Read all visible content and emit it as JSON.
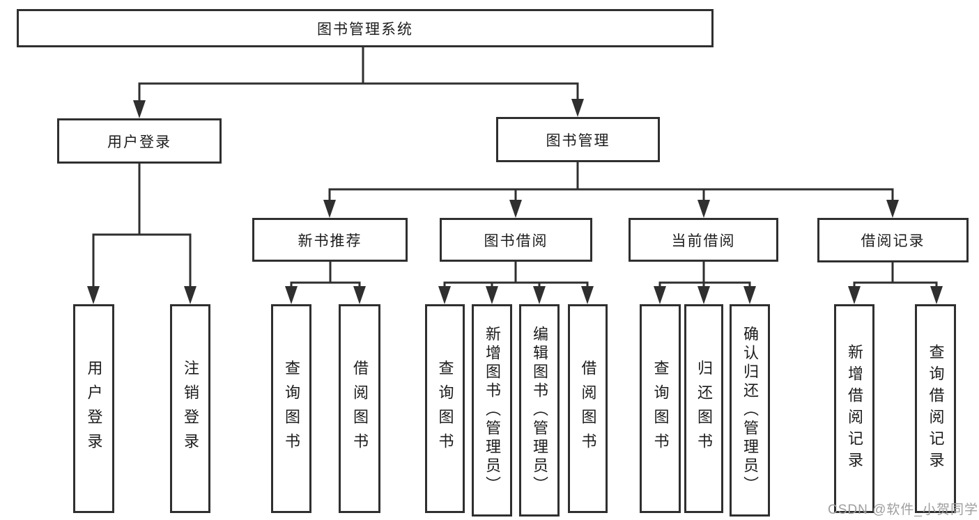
{
  "tree": {
    "root": {
      "label": "图书管理系统"
    },
    "branches": [
      {
        "label": "用户登录",
        "children": [
          {
            "label": "用户登录"
          },
          {
            "label": "注销登录"
          }
        ]
      },
      {
        "label": "图书管理",
        "children": [
          {
            "label": "新书推荐",
            "children": [
              {
                "label": "查询图书"
              },
              {
                "label": "借阅图书"
              }
            ]
          },
          {
            "label": "图书借阅",
            "children": [
              {
                "label": "查询图书"
              },
              {
                "label": "新增图书（管理员）"
              },
              {
                "label": "编辑图书（管理员）"
              },
              {
                "label": "借阅图书"
              }
            ]
          },
          {
            "label": "当前借阅",
            "children": [
              {
                "label": "查询图书"
              },
              {
                "label": "归还图书"
              },
              {
                "label": "确认归还（管理员）"
              }
            ]
          },
          {
            "label": "借阅记录",
            "children": [
              {
                "label": "新增借阅记录"
              },
              {
                "label": "查询借阅记录"
              }
            ]
          }
        ]
      }
    ]
  },
  "watermark": {
    "text": "CSDN @软件_小贺同学"
  },
  "colors": {
    "line": "#2f2f2f",
    "text": "#1c1c1c",
    "watermark": "#9e9e9e",
    "background": "#ffffff"
  }
}
